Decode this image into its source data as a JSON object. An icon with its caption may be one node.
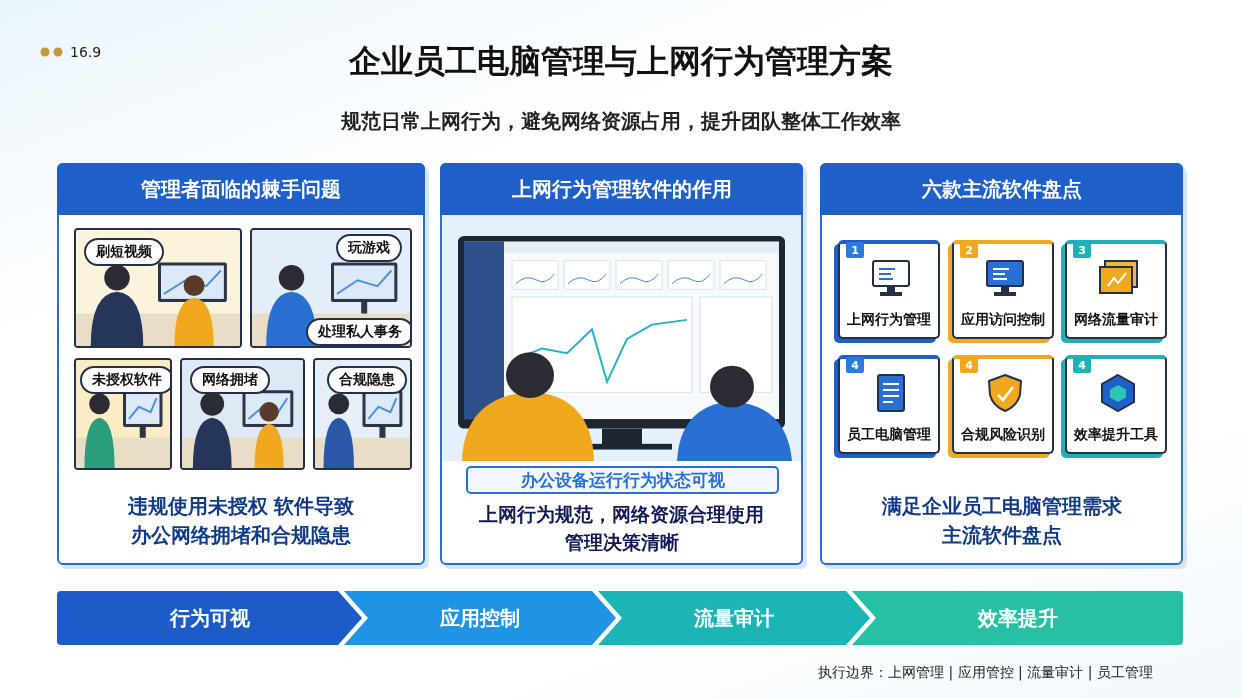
{
  "diagram": {
    "title": "企业员工电脑管理与上网行为管理方案",
    "nodes": [
      {
        "text": [
          "管理者面临的棘手问题",
          "违规使用未授权 软件导致办公网络拥堵和合规隐患"
        ]
      },
      {
        "text": [
          "刷短视频"
        ],
        "in": 0
      },
      {
        "text": [
          "玩游戏",
          "处理私人事务"
        ],
        "in": 0
      },
      {
        "text": [
          "未授权软件"
        ],
        "in": 0
      },
      {
        "text": [
          "网络拥堵"
        ],
        "in": 0
      },
      {
        "text": [
          "合规隐患"
        ],
        "in": 0
      },
      {
        "text": [
          "上网行为管理软件的作用",
          "办公设备运行行为状态可视",
          "上网行为规范，网络资源合理使用管理决策清晰"
        ]
      },
      {
        "text": [
          "六款主流软件盘点",
          "满足企业员工电脑管理需求主流软件盘点"
        ]
      },
      {
        "text": [
          "1",
          "上网行为管理"
        ],
        "in": 7
      },
      {
        "text": [
          "2",
          "应用访问控制"
        ],
        "in": 7
      },
      {
        "text": [
          "3",
          "网络流量审计"
        ],
        "in": 7
      },
      {
        "text": [
          "4",
          "员工电脑管理"
        ],
        "in": 7
      },
      {
        "text": [
          "4",
          "合规风险识别"
        ],
        "in": 7
      },
      {
        "text": [
          "4",
          "效率提升工具"
        ],
        "in": 7
      },
      {
        "text": [
          "行为可视"
        ]
      },
      {
        "text": [
          "应用控制"
        ]
      },
      {
        "text": [
          "流量审计"
        ]
      },
      {
        "text": [
          "效率提升"
        ]
      }
    ],
    "labels": [
      "16.9",
      "规范日常上网行为，避免网络资源占用，提升团队整体工作效率",
      "执行边界：上网管理 | 应用管控 | 流量审计 | 员工管理"
    ]
  }
}
